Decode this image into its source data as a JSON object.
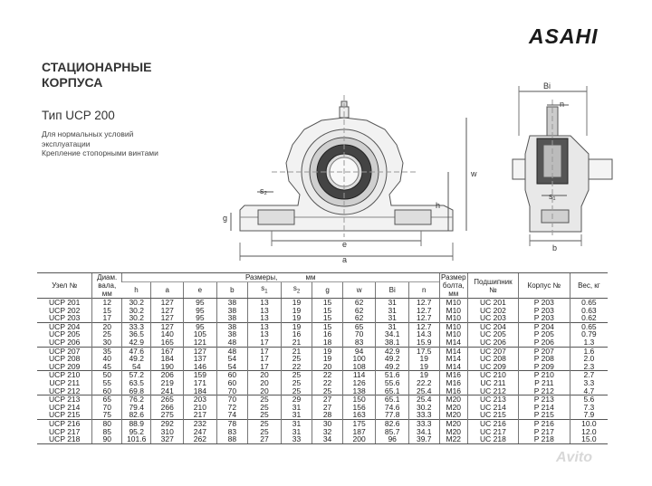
{
  "brand": "ASAHI",
  "title": "СТАЦИОНАРНЫЕ\nКОРПУСА",
  "type_label": "Тип UCP 200",
  "description": [
    "Для нормальных условий",
    "эксплуатации",
    "Крепление стопорными винтами"
  ],
  "dim_labels": {
    "w": "w",
    "h": "h",
    "s2": "s₂",
    "g": "g",
    "e": "e",
    "a": "a",
    "Bi": "Bi",
    "n": "n",
    "s1": "s₁",
    "b": "b"
  },
  "table": {
    "h_node": "Узел №",
    "h_shaft": [
      "Диам.",
      "вала,",
      "мм"
    ],
    "h_dims": "Размеры,",
    "h_mm": "мм",
    "h_bolt": [
      "Размер",
      "болта,",
      "мм"
    ],
    "h_bearing": [
      "Подшипник",
      "№"
    ],
    "h_housing": "Корпус №",
    "h_weight": "Вес, кг",
    "sub": [
      {
        "t": "h"
      },
      {
        "t": "a"
      },
      {
        "t": "e"
      },
      {
        "t": "b"
      },
      {
        "t": "s",
        "s": "1"
      },
      {
        "t": "s",
        "s": "2"
      },
      {
        "t": "g"
      },
      {
        "t": "w"
      },
      {
        "t": "Bi"
      },
      {
        "t": "n"
      }
    ],
    "rows": [
      [
        "UCP 201",
        "12",
        "30.2",
        "127",
        "95",
        "38",
        "13",
        "19",
        "15",
        "62",
        "31",
        "12.7",
        "M10",
        "UC 201",
        "P 203",
        "0.65"
      ],
      [
        "UCP 202",
        "15",
        "30.2",
        "127",
        "95",
        "38",
        "13",
        "19",
        "15",
        "62",
        "31",
        "12.7",
        "M10",
        "UC 202",
        "P 203",
        "0.63"
      ],
      [
        "UCP 203",
        "17",
        "30.2",
        "127",
        "95",
        "38",
        "13",
        "19",
        "15",
        "62",
        "31",
        "12.7",
        "M10",
        "UC 203",
        "P 203",
        "0.62"
      ],
      [
        "UCP 204",
        "20",
        "33.3",
        "127",
        "95",
        "38",
        "13",
        "19",
        "15",
        "65",
        "31",
        "12.7",
        "M10",
        "UC 204",
        "P 204",
        "0.65"
      ],
      [
        "UCP 205",
        "25",
        "36.5",
        "140",
        "105",
        "38",
        "13",
        "16",
        "16",
        "70",
        "34.1",
        "14.3",
        "M10",
        "UC 205",
        "P 205",
        "0.79"
      ],
      [
        "UCP 206",
        "30",
        "42.9",
        "165",
        "121",
        "48",
        "17",
        "21",
        "18",
        "83",
        "38.1",
        "15.9",
        "M14",
        "UC 206",
        "P 206",
        "1.3"
      ],
      [
        "UCP 207",
        "35",
        "47.6",
        "167",
        "127",
        "48",
        "17",
        "21",
        "19",
        "94",
        "42.9",
        "17.5",
        "M14",
        "UC 207",
        "P 207",
        "1.6"
      ],
      [
        "UCP 208",
        "40",
        "49.2",
        "184",
        "137",
        "54",
        "17",
        "25",
        "19",
        "100",
        "49.2",
        "19",
        "M14",
        "UC 208",
        "P 208",
        "2.0"
      ],
      [
        "UCP 209",
        "45",
        "54",
        "190",
        "146",
        "54",
        "17",
        "22",
        "20",
        "108",
        "49.2",
        "19",
        "M14",
        "UC 209",
        "P 209",
        "2.3"
      ],
      [
        "UCP 210",
        "50",
        "57.2",
        "206",
        "159",
        "60",
        "20",
        "25",
        "22",
        "114",
        "51.6",
        "19",
        "M16",
        "UC 210",
        "P 210",
        "2.7"
      ],
      [
        "UCP 211",
        "55",
        "63.5",
        "219",
        "171",
        "60",
        "20",
        "25",
        "22",
        "126",
        "55.6",
        "22.2",
        "M16",
        "UC 211",
        "P 211",
        "3.3"
      ],
      [
        "UCP 212",
        "60",
        "69.8",
        "241",
        "184",
        "70",
        "20",
        "25",
        "25",
        "138",
        "65.1",
        "25.4",
        "M16",
        "UC 212",
        "P 212",
        "4.7"
      ],
      [
        "UCP 213",
        "65",
        "76.2",
        "265",
        "203",
        "70",
        "25",
        "29",
        "27",
        "150",
        "65.1",
        "25.4",
        "M20",
        "UC 213",
        "P 213",
        "5.6"
      ],
      [
        "UCP 214",
        "70",
        "79.4",
        "266",
        "210",
        "72",
        "25",
        "31",
        "27",
        "156",
        "74.6",
        "30.2",
        "M20",
        "UC 214",
        "P 214",
        "7.3"
      ],
      [
        "UCP 215",
        "75",
        "82.6",
        "275",
        "217",
        "74",
        "25",
        "31",
        "28",
        "163",
        "77.8",
        "33.3",
        "M20",
        "UC 215",
        "P 215",
        "7.9"
      ],
      [
        "UCP 216",
        "80",
        "88.9",
        "292",
        "232",
        "78",
        "25",
        "31",
        "30",
        "175",
        "82.6",
        "33.3",
        "M20",
        "UC 216",
        "P 216",
        "10.0"
      ],
      [
        "UCP 217",
        "85",
        "95.2",
        "310",
        "247",
        "83",
        "25",
        "31",
        "32",
        "187",
        "85.7",
        "34.1",
        "M20",
        "UC 217",
        "P 217",
        "12.0"
      ],
      [
        "UCP 218",
        "90",
        "101.6",
        "327",
        "262",
        "88",
        "27",
        "33",
        "34",
        "200",
        "96",
        "39.7",
        "M22",
        "UC 218",
        "P 218",
        "15.0"
      ]
    ],
    "group_starts": [
      0,
      3,
      6,
      9,
      12,
      15
    ]
  },
  "watermark": "Avito"
}
